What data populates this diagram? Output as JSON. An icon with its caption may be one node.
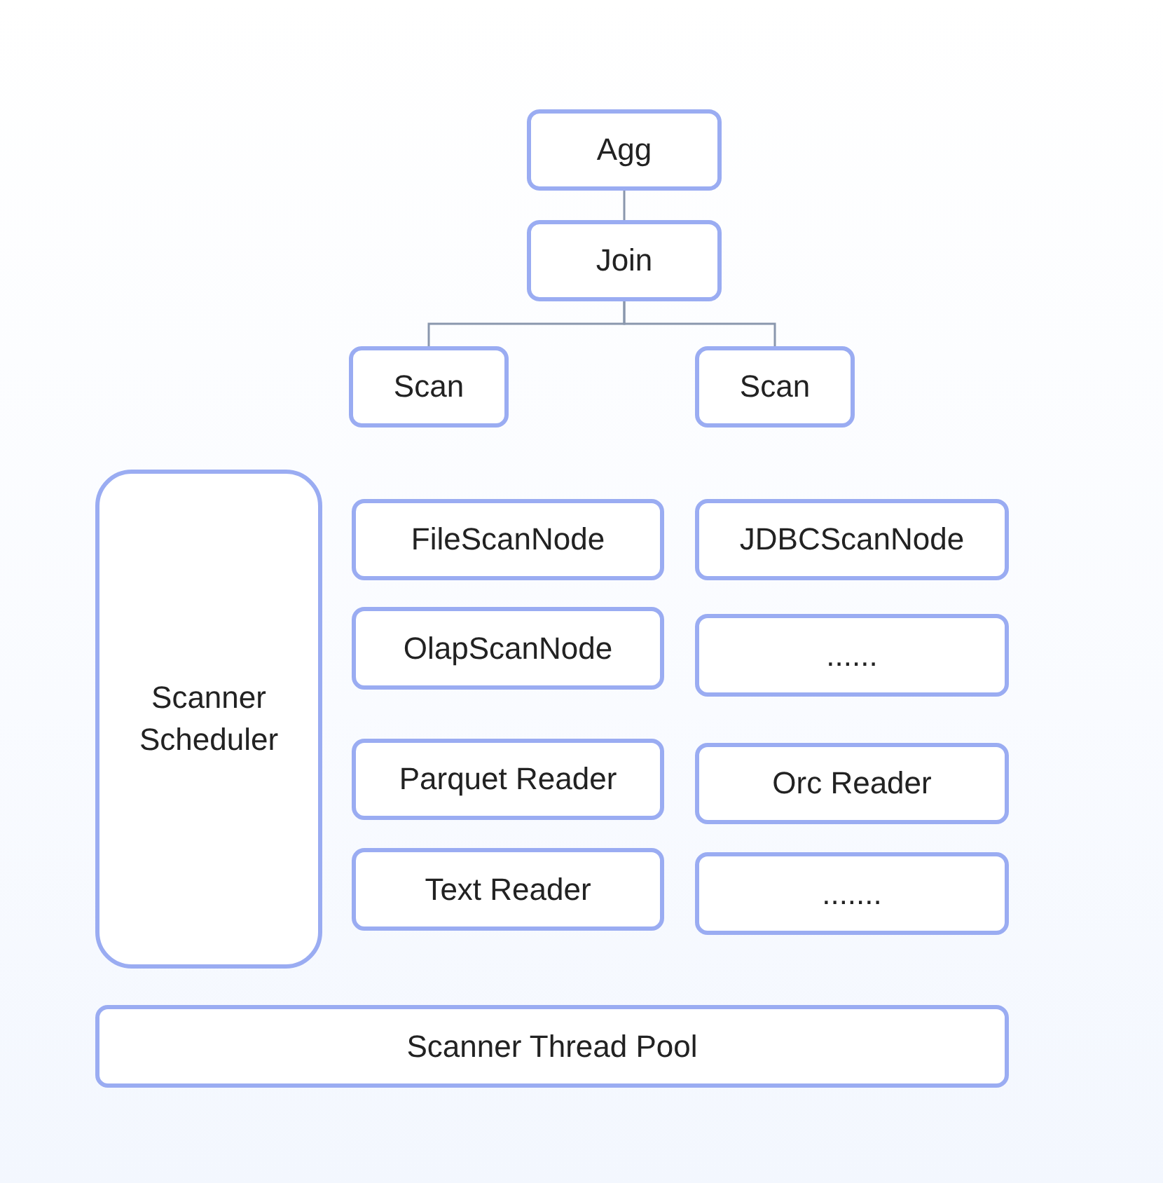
{
  "diagram": {
    "nodes": [
      {
        "text": [
          "Agg"
        ]
      },
      {
        "text": [
          "Join"
        ]
      },
      {
        "text": [
          "Scan"
        ]
      },
      {
        "text": [
          "Scan"
        ]
      },
      {
        "text": [
          "Scanner Scheduler"
        ]
      },
      {
        "text": [
          "FileScanNode"
        ]
      },
      {
        "text": [
          "JDBCScanNode"
        ]
      },
      {
        "text": [
          "OlapScanNode"
        ]
      },
      {
        "text": [
          "......"
        ]
      },
      {
        "text": [
          "Parquet Reader"
        ]
      },
      {
        "text": [
          "Orc Reader"
        ]
      },
      {
        "text": [
          "Text Reader"
        ]
      },
      {
        "text": [
          "......."
        ]
      },
      {
        "text": [
          "Scanner Thread Pool"
        ]
      }
    ],
    "edges": [
      {
        "from": 0,
        "to": 1,
        "arrow": "none"
      },
      {
        "from": 1,
        "to": 2,
        "arrow": "none"
      },
      {
        "from": 1,
        "to": 3,
        "arrow": "none"
      }
    ]
  }
}
